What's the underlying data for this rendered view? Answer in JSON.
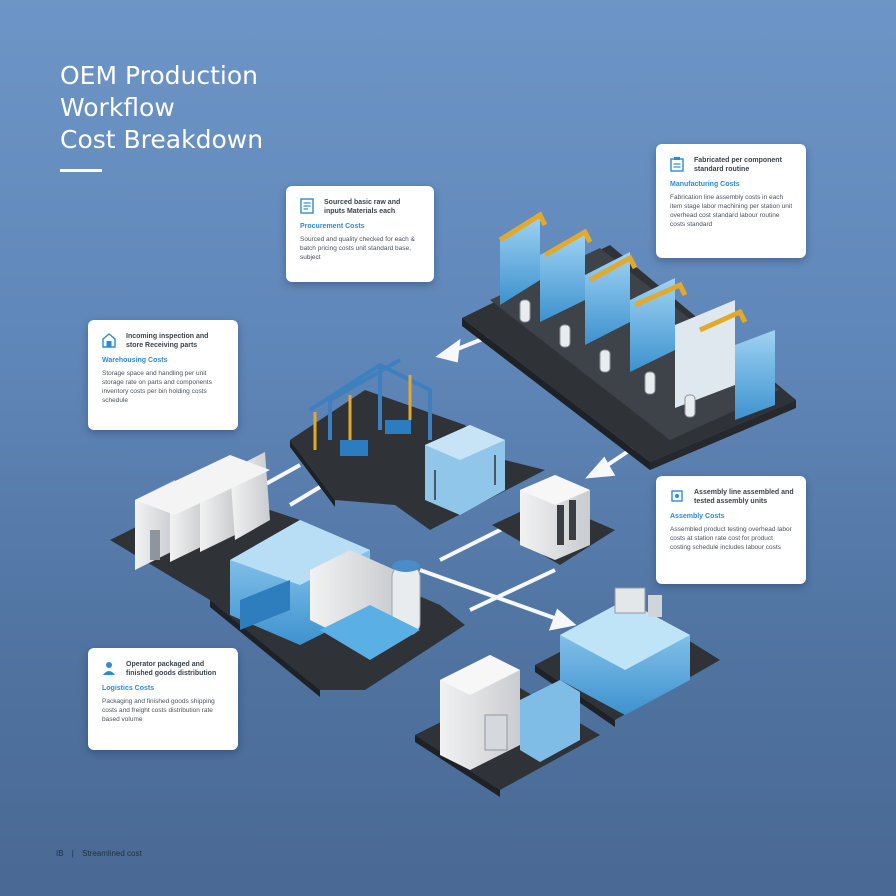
{
  "title": {
    "line1": "OEM Production",
    "line2": "Workflow",
    "line3": "Cost Breakdown"
  },
  "cards": [
    {
      "id": "card-top-center",
      "icon": "document-icon",
      "heading": "Sourced basic raw and inputs Materials each",
      "subheading": "Procurement Costs",
      "body": "Sourced and quality checked for each & batch pricing costs unit standard base, subject"
    },
    {
      "id": "card-top-right",
      "icon": "clipboard-icon",
      "heading": "Fabricated per component standard routine",
      "subheading": "Manufacturing Costs",
      "body": "Fabrication line assembly costs in each item stage labor machining per station unit overhead cost standard labour routine costs standard"
    },
    {
      "id": "card-left-middle",
      "icon": "warehouse-icon",
      "heading": "Incoming inspection and store Receiving parts",
      "subheading": "Warehousing Costs",
      "body": "Storage space and handling per unit storage rate on parts and components inventory costs per bin holding costs schedule"
    },
    {
      "id": "card-right-middle",
      "icon": "machine-icon",
      "heading": "Assembly line assembled and tested assembly units",
      "subheading": "Assembly Costs",
      "body": "Assembled product testing overhead labor costs at station rate cost for product costing schedule includes labour costs"
    },
    {
      "id": "card-bottom-left",
      "icon": "person-icon",
      "heading": "Operator packaged and finished goods distribution",
      "subheading": "Logistics Costs",
      "body": "Packaging and finished goods shipping costs and freight costs distribution rate based volume"
    }
  ],
  "footer": {
    "code": "IB",
    "separator": "|",
    "text": "Streamlined cost"
  },
  "colors": {
    "accent": "#2d8bd6",
    "platform": "#2f3338",
    "equipment": "#5fb3e6",
    "frame": "#e2a92a"
  }
}
